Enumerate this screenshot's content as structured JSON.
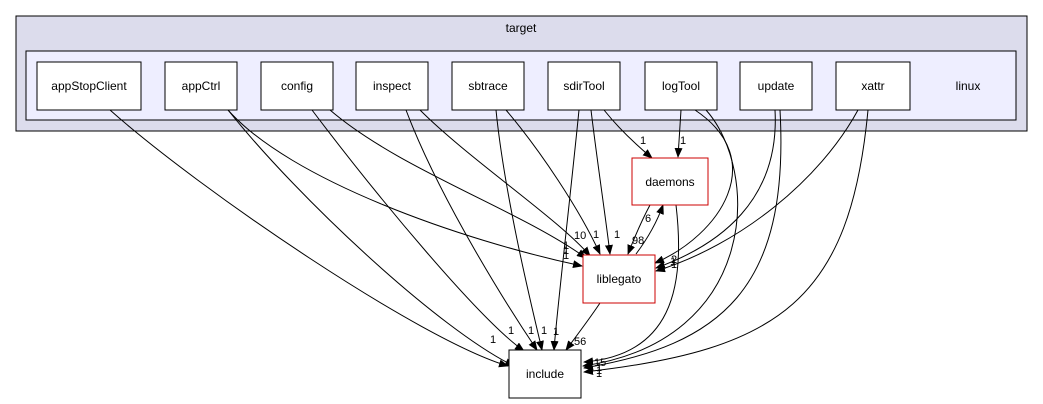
{
  "diagram": {
    "cluster": {
      "title": "target",
      "fill": "#dcdcec",
      "inner_fill": "#eeeeff",
      "inner_label": "linux"
    },
    "nodes": {
      "appStopClient": "appStopClient",
      "appCtrl": "appCtrl",
      "config": "config",
      "inspect": "inspect",
      "sbtrace": "sbtrace",
      "sdirTool": "sdirTool",
      "logTool": "logTool",
      "update": "update",
      "xattr": "xattr",
      "daemons": "daemons",
      "liblegato": "liblegato",
      "include": "include"
    },
    "edges": {
      "appStopClient_include": "1",
      "appCtrl_include": "1",
      "appCtrl_liblegato": "1",
      "config_include": "1",
      "config_liblegato": "10",
      "inspect_include": "1",
      "inspect_liblegato": "1",
      "sbtrace_include": "1",
      "sbtrace_liblegato": "1",
      "sdirTool_include": "1",
      "sdirTool_liblegato": "1",
      "sdirTool_daemons": "1",
      "logTool_daemons": "1",
      "logTool_liblegato": "1",
      "logTool_include": "1",
      "update_liblegato": "1",
      "update_include": "1",
      "xattr_liblegato": "2",
      "xattr_include": "1",
      "daemons_liblegato": "98",
      "daemons_include": "15",
      "liblegato_daemons": "6",
      "liblegato_include": "56"
    },
    "colors": {
      "node_border": "#000000",
      "highlight_border": "#cc0000",
      "edge": "#000000"
    }
  }
}
